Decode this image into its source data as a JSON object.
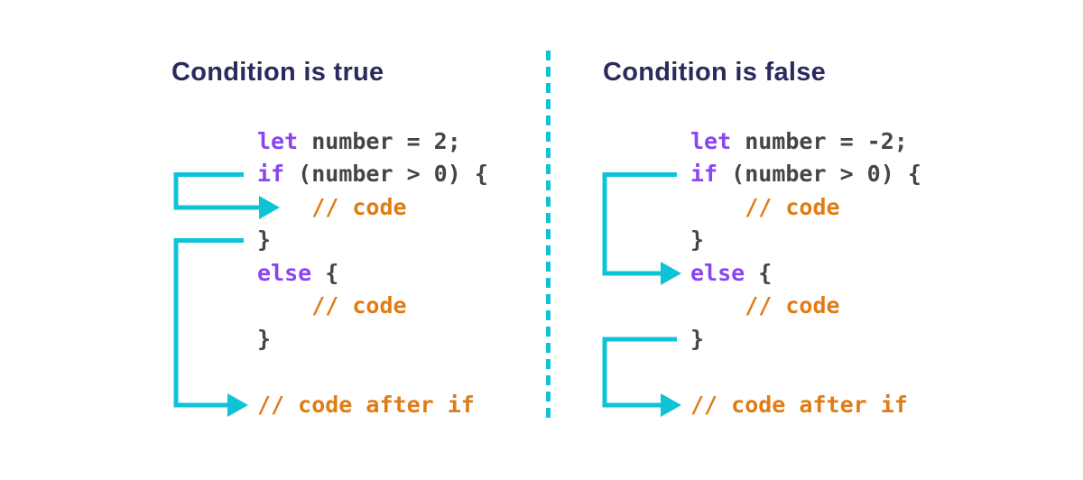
{
  "colors": {
    "background": "#FFFFFF",
    "accent_cyan": "#0EC3D6",
    "keyword_purple": "#8B45F0",
    "code_gray": "#454545",
    "comment_orange": "#E07C16",
    "title_navy": "#2B2A5C"
  },
  "panels": [
    {
      "title": "Condition is true",
      "code_lines": [
        [
          {
            "t": "let",
            "c": "kw"
          },
          {
            "t": " number = 2;",
            "c": "pln"
          }
        ],
        [
          {
            "t": "if",
            "c": "kw"
          },
          {
            "t": " (number > 0) {",
            "c": "pln"
          }
        ],
        [
          {
            "t": "    ",
            "c": "pln"
          },
          {
            "t": "// code",
            "c": "com"
          }
        ],
        [
          {
            "t": "}",
            "c": "pln"
          }
        ],
        [
          {
            "t": "else",
            "c": "kw"
          },
          {
            "t": " {",
            "c": "pln"
          }
        ],
        [
          {
            "t": "    ",
            "c": "pln"
          },
          {
            "t": "// code",
            "c": "com"
          }
        ],
        [
          {
            "t": "}",
            "c": "pln"
          }
        ],
        [],
        [
          {
            "t": "// code after if",
            "c": "com"
          }
        ]
      ],
      "arrows": [
        {
          "from_line": 2,
          "to_line": 3,
          "points_to_indent": true
        },
        {
          "from_line": 4,
          "to_line": 9,
          "points_to_indent": false
        }
      ]
    },
    {
      "title": "Condition is false",
      "code_lines": [
        [
          {
            "t": "let",
            "c": "kw"
          },
          {
            "t": " number = -2;",
            "c": "pln"
          }
        ],
        [
          {
            "t": "if",
            "c": "kw"
          },
          {
            "t": " (number > 0) {",
            "c": "pln"
          }
        ],
        [
          {
            "t": "    ",
            "c": "pln"
          },
          {
            "t": "// code",
            "c": "com"
          }
        ],
        [
          {
            "t": "}",
            "c": "pln"
          }
        ],
        [
          {
            "t": "else",
            "c": "kw"
          },
          {
            "t": " {",
            "c": "pln"
          }
        ],
        [
          {
            "t": "    ",
            "c": "pln"
          },
          {
            "t": "// code",
            "c": "com"
          }
        ],
        [
          {
            "t": "}",
            "c": "pln"
          }
        ],
        [],
        [
          {
            "t": "// code after if",
            "c": "com"
          }
        ]
      ],
      "arrows": [
        {
          "from_line": 2,
          "to_line": 5,
          "points_to_indent": false
        },
        {
          "from_line": 7,
          "to_line": 9,
          "points_to_indent": false
        }
      ]
    }
  ],
  "divider": {
    "type": "vertical-dashed"
  }
}
